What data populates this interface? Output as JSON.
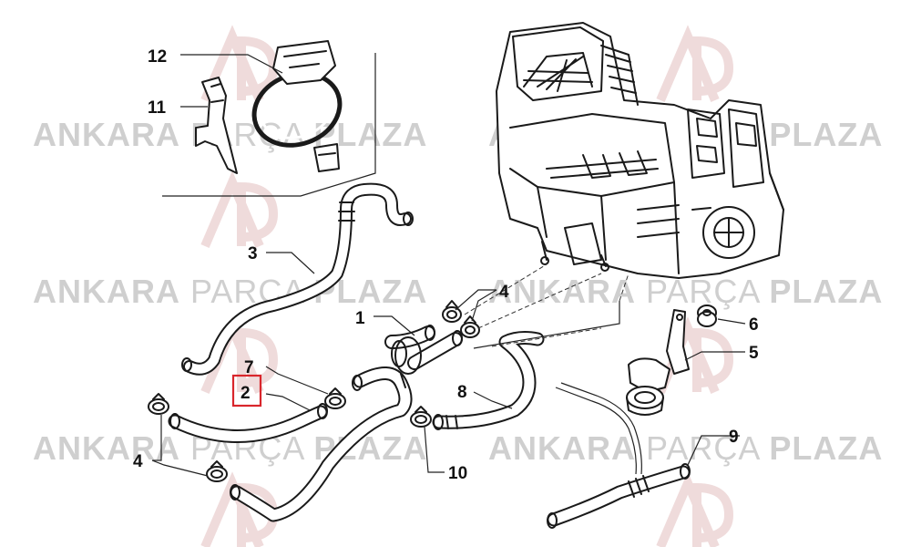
{
  "watermark": {
    "brand_regular_1": "ANKARA",
    "brand_light": "PARÇA",
    "brand_bold": "PLAZA",
    "color": "#cfcfcf",
    "logo_color": "#e9c9c9"
  },
  "callouts": {
    "c1": "1",
    "c2": "2",
    "c3": "3",
    "c4a": "4",
    "c4b": "4",
    "c5": "5",
    "c6": "6",
    "c7": "7",
    "c8": "8",
    "c9": "9",
    "c10": "10",
    "c11": "11",
    "c12": "12"
  },
  "highlight": {
    "part": "2",
    "color": "#d9262c"
  }
}
